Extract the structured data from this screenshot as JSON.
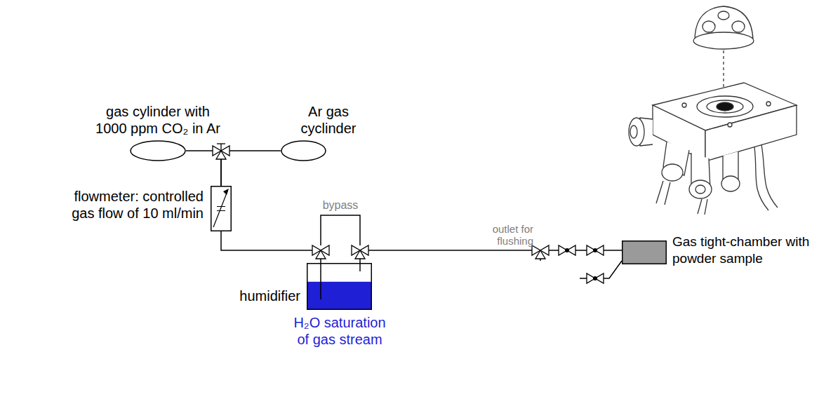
{
  "diagram": {
    "nodes": [
      {
        "text": [
          "gas cylinder with 1000 ppm CO₂ in Ar"
        ]
      },
      {
        "text": [
          "Ar gas cyclinder"
        ]
      },
      {
        "text": [
          "flowmeter: controlled gas flow of 10 ml/min"
        ]
      },
      {
        "text": [
          "humidifier",
          "H₂O saturation of gas stream"
        ]
      },
      {
        "text": [
          "Gas tight-chamber with powder sample"
        ]
      }
    ],
    "edges": [
      {
        "from": 0,
        "to": 2,
        "arrow": "none"
      },
      {
        "from": 1,
        "to": 2,
        "arrow": "none"
      },
      {
        "from": 2,
        "to": 3,
        "arrow": "none"
      },
      {
        "from": 3,
        "to": 4,
        "arrow": "none"
      }
    ],
    "labels": [
      "bypass",
      "outlet for flushing"
    ]
  }
}
